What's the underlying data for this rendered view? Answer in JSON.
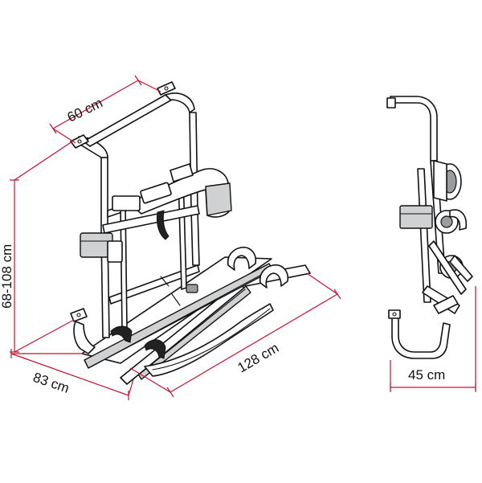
{
  "dimensions": {
    "width": "60 cm",
    "height": "68-108 cm",
    "depth": "83 cm",
    "length": "128 cm",
    "side_depth": "45 cm"
  },
  "colors": {
    "dimension_line": "#c8102e",
    "outline": "#111111",
    "metal": "#cfd1d3"
  }
}
